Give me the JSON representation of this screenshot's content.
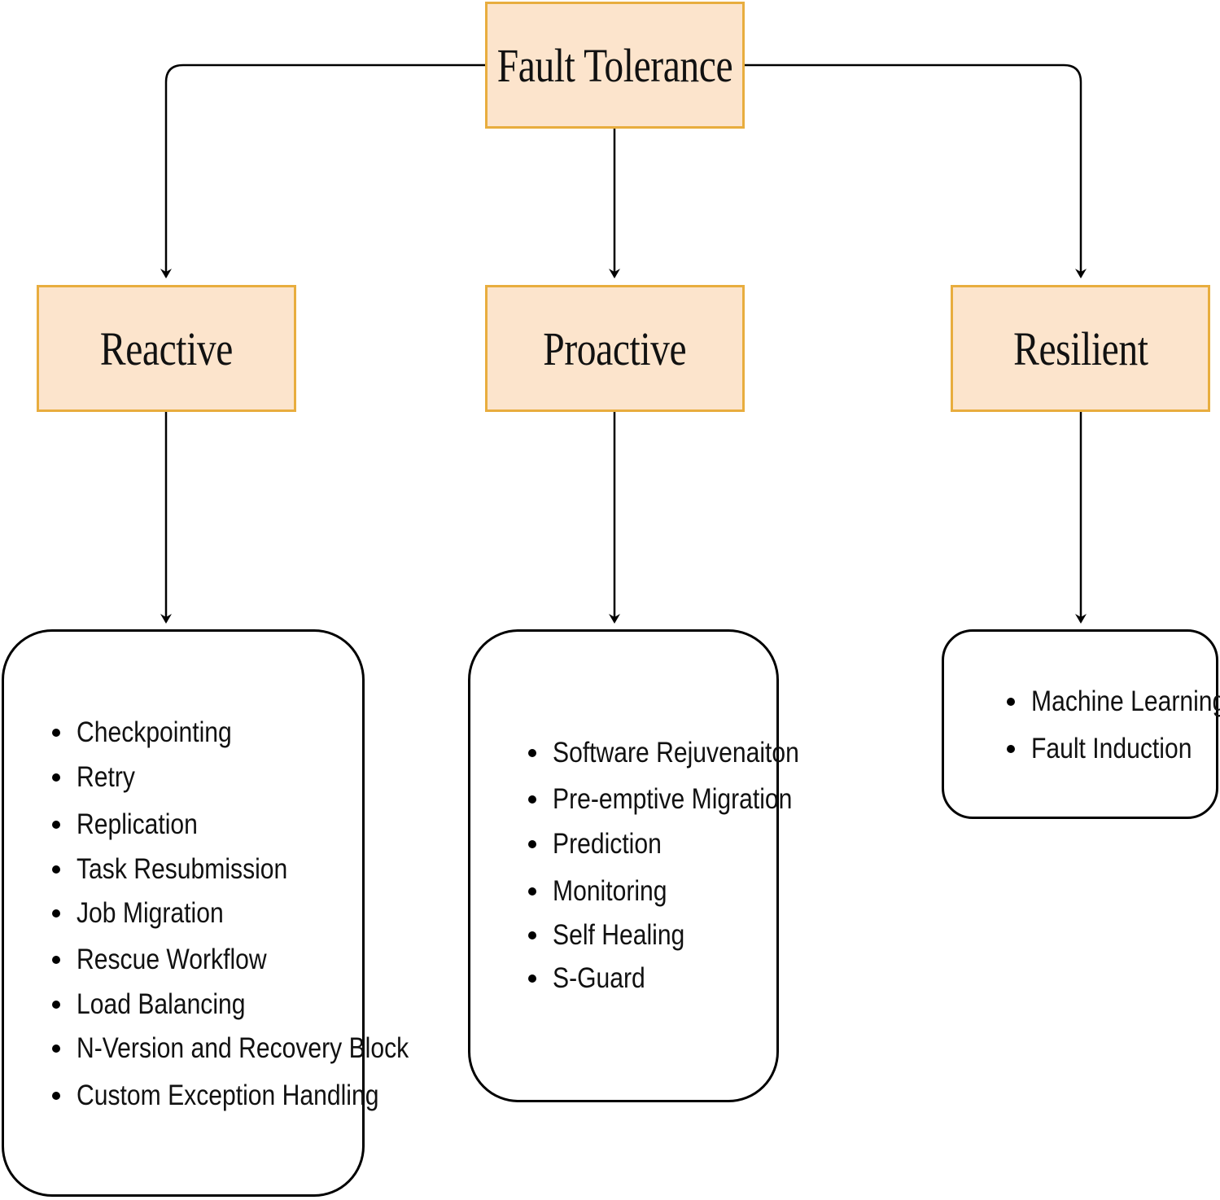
{
  "root": {
    "label": "Fault Tolerance"
  },
  "categories": [
    {
      "label": "Reactive"
    },
    {
      "label": "Proactive"
    },
    {
      "label": "Resilient"
    }
  ],
  "techniques": {
    "reactive": [
      "Checkpointing",
      "Retry",
      "Replication",
      "Task Resubmission",
      "Job Migration",
      "Rescue Workflow",
      "Load Balancing",
      "N-Version and Recovery Block",
      "Custom Exception Handling"
    ],
    "proactive": [
      "Software Rejuvenaiton",
      "Pre-emptive Migration",
      "Prediction",
      "Monitoring",
      "Self Healing",
      "S-Guard"
    ],
    "resilient": [
      "Machine Learning",
      "Fault Induction"
    ]
  },
  "colors": {
    "node_fill": "#fce4cc",
    "node_border": "#e8ad3e",
    "connector": "#000000"
  }
}
